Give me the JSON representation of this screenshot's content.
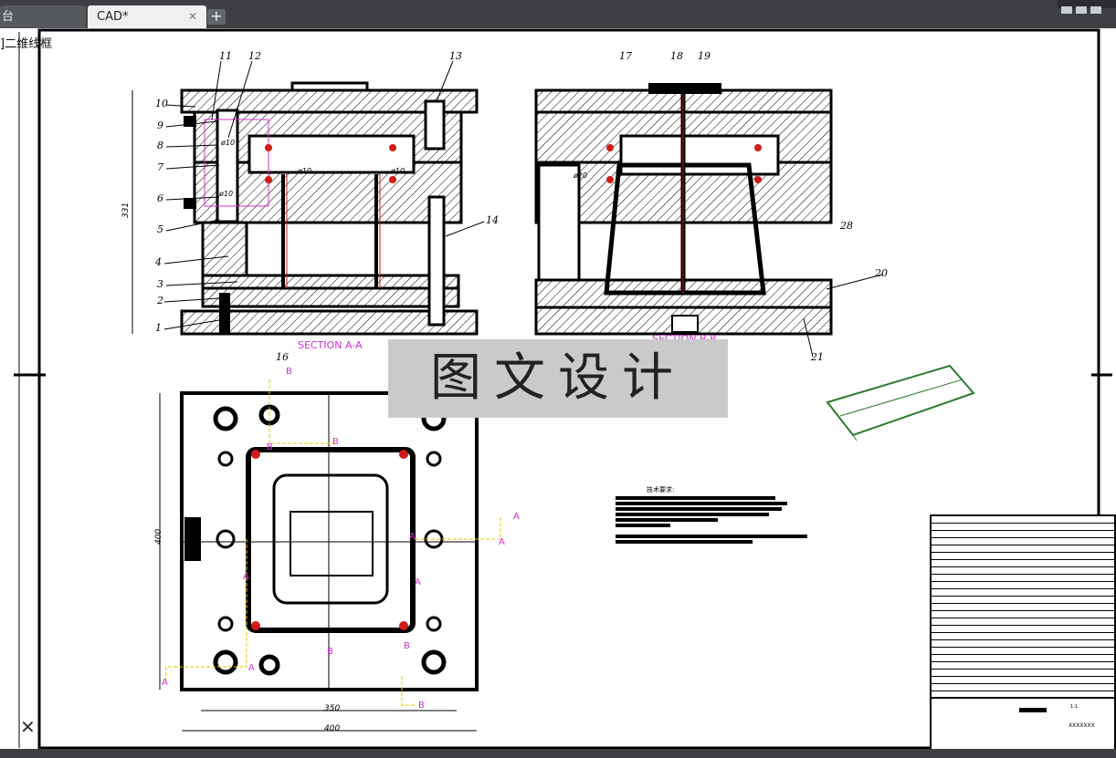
{
  "tabs": [
    {
      "label": "台"
    },
    {
      "label": "CAD*"
    }
  ],
  "tab_close_symbol": "✕",
  "new_tab_symbol": "+",
  "viewport_label": "]二维线框",
  "close_symbol": "✕",
  "watermark": "图文设计",
  "colors": {
    "tabbar": "#3d3f43",
    "active_tab": "#f0f0f0",
    "magenta": "#cc33cc",
    "red": "#d11a1a",
    "yellow": "#e8c800",
    "green": "#2f7a2f"
  },
  "drawing": {
    "part_numbers": [
      "1",
      "2",
      "3",
      "4",
      "5",
      "6",
      "7",
      "8",
      "9",
      "10",
      "11",
      "12",
      "13",
      "14",
      "16",
      "17",
      "18",
      "19",
      "20",
      "21",
      "28"
    ],
    "section_labels": {
      "left": "SECTION A-A",
      "right": "SECTION B-B"
    },
    "cut_letters": {
      "a": "A",
      "b": "B"
    },
    "dimensions": {
      "height": "331",
      "plan_height": "400",
      "inner_width": "350",
      "outer_width": "400"
    },
    "callouts": [
      "ø10",
      "ø10",
      "ø10",
      "ø10",
      "ø20"
    ]
  },
  "notes": {
    "title": "技术要求:"
  },
  "title_block": {
    "code": "XXXXXXX",
    "scale": "1:1",
    "ratio": "1:1"
  }
}
